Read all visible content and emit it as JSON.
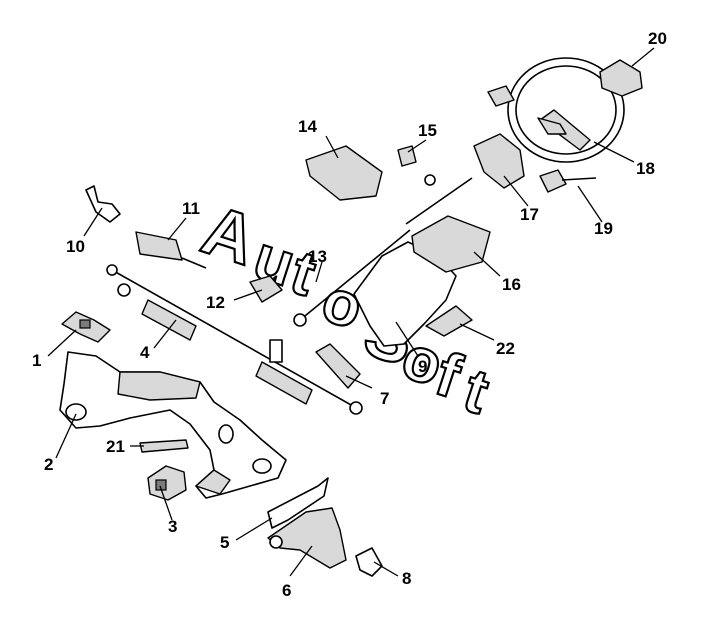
{
  "watermark": {
    "letters": [
      "A",
      "u",
      "t",
      "o",
      "S",
      "o",
      "f",
      "t"
    ]
  },
  "callouts": [
    {
      "id": "c1",
      "label": "1"
    },
    {
      "id": "c2",
      "label": "2"
    },
    {
      "id": "c3",
      "label": "3"
    },
    {
      "id": "c4",
      "label": "4"
    },
    {
      "id": "c5",
      "label": "5"
    },
    {
      "id": "c6",
      "label": "6"
    },
    {
      "id": "c7",
      "label": "7"
    },
    {
      "id": "c8",
      "label": "8"
    },
    {
      "id": "c9",
      "label": "9"
    },
    {
      "id": "c10",
      "label": "10"
    },
    {
      "id": "c11",
      "label": "11"
    },
    {
      "id": "c12",
      "label": "12"
    },
    {
      "id": "c13",
      "label": "13"
    },
    {
      "id": "c14",
      "label": "14"
    },
    {
      "id": "c15",
      "label": "15"
    },
    {
      "id": "c16",
      "label": "16"
    },
    {
      "id": "c17",
      "label": "17"
    },
    {
      "id": "c18",
      "label": "18"
    },
    {
      "id": "c19",
      "label": "19"
    },
    {
      "id": "c20",
      "label": "20"
    },
    {
      "id": "c21",
      "label": "21"
    },
    {
      "id": "c22",
      "label": "22"
    }
  ]
}
